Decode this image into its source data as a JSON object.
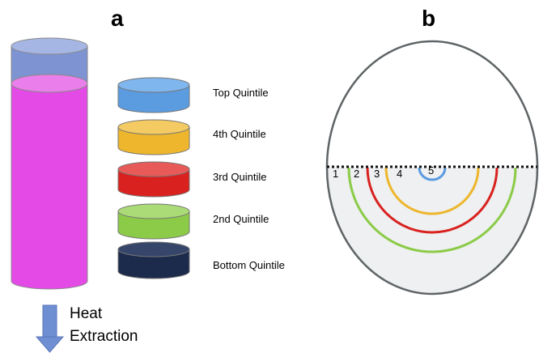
{
  "panels": {
    "a": {
      "label": "a"
    },
    "b": {
      "label": "b"
    }
  },
  "cylinder": {
    "top_color": "#7E93D2",
    "body_color": "#E44BE6",
    "body_top_color": "#EA7EEA"
  },
  "quintiles": [
    {
      "label": "Top Quintile",
      "color": "#5B9BE0",
      "top_color": "#7FB6EE"
    },
    {
      "label": "4th Quintile",
      "color": "#EDB62C",
      "top_color": "#F4CB63"
    },
    {
      "label": "3rd Quintile",
      "color": "#D9221F",
      "top_color": "#E85A57"
    },
    {
      "label": "2nd Quintile",
      "color": "#8CCB48",
      "top_color": "#ABDB76"
    },
    {
      "label": "Bottom Quintile",
      "color": "#1C2A4B",
      "top_color": "#36466B"
    }
  ],
  "heat": {
    "line1": "Heat",
    "line2": "Extraction",
    "arrow_color": "#6F8FD3"
  },
  "cross_section": {
    "ring_numbers": [
      "1",
      "2",
      "3",
      "4",
      "5"
    ],
    "ring_colors": [
      "#8CCB48",
      "#D9221F",
      "#EDB62C",
      "#5B9BE0"
    ],
    "fill_color": "#EEF0F1",
    "outline_color": "#5F6466"
  }
}
